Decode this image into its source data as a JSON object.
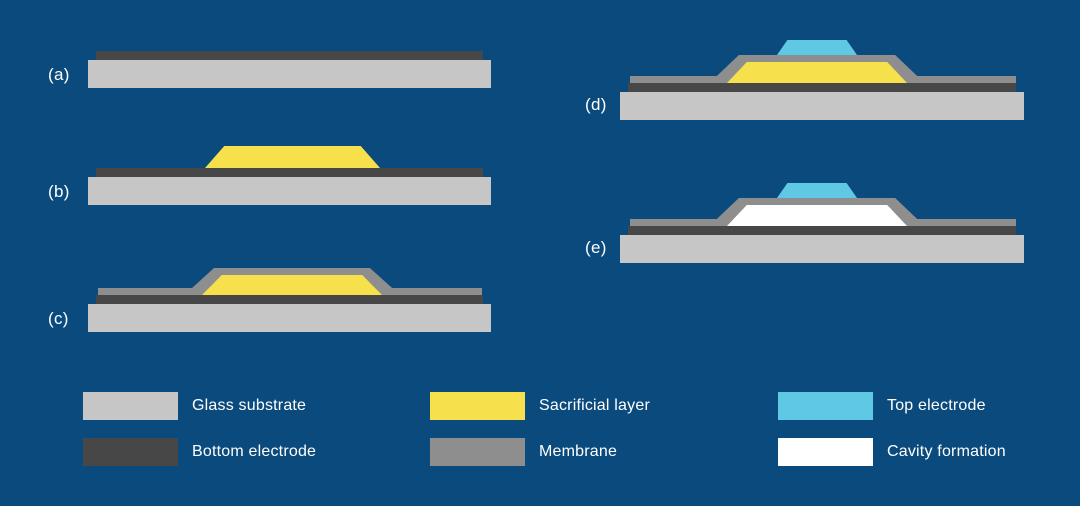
{
  "colors": {
    "background": "#0a4a7d",
    "glass": "#c6c6c6",
    "bottom_electrode": "#474747",
    "sacrificial": "#f6e14d",
    "membrane": "#8e8e8e",
    "top_electrode": "#5ec8e5",
    "cavity": "#ffffff",
    "text": "#ffffff"
  },
  "panels": {
    "a": {
      "label": "(a)"
    },
    "b": {
      "label": "(b)"
    },
    "c": {
      "label": "(c)"
    },
    "d": {
      "label": "(d)"
    },
    "e": {
      "label": "(e)"
    }
  },
  "legend": [
    {
      "label": "Glass substrate",
      "color_key": "glass"
    },
    {
      "label": "Bottom electrode",
      "color_key": "bottom_electrode"
    },
    {
      "label": "Sacrificial layer",
      "color_key": "sacrificial"
    },
    {
      "label": "Membrane",
      "color_key": "membrane"
    },
    {
      "label": "Top electrode",
      "color_key": "top_electrode"
    },
    {
      "label": "Cavity formation",
      "color_key": "cavity"
    }
  ]
}
